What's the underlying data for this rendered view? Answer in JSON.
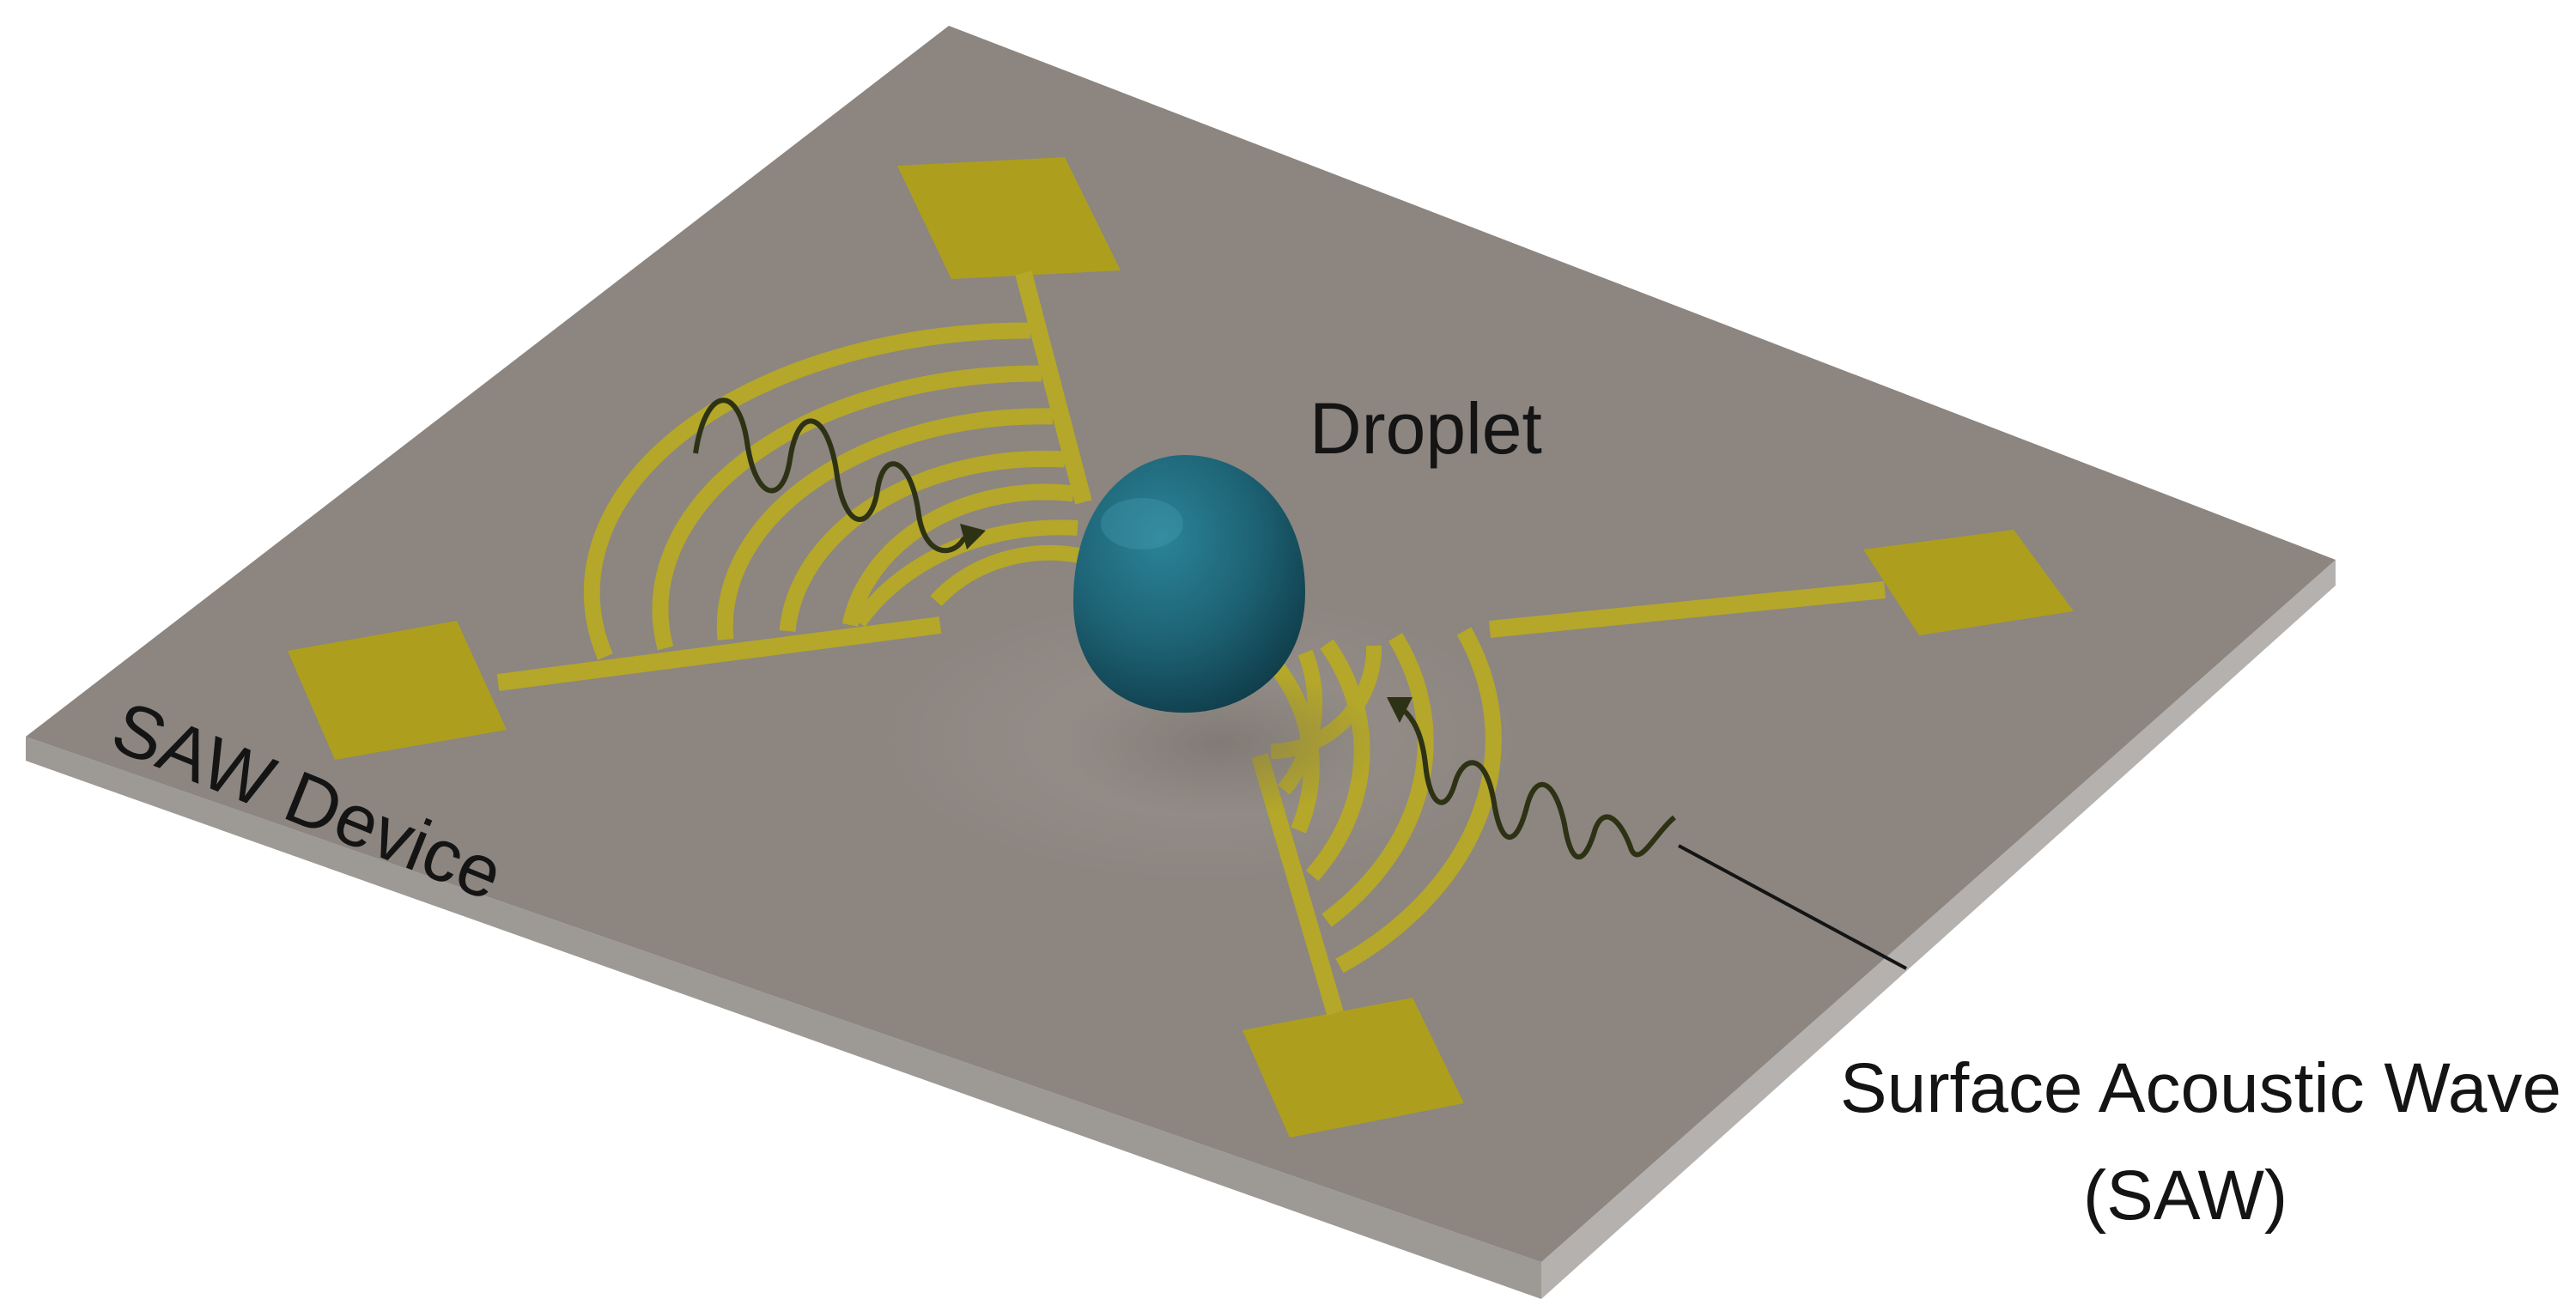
{
  "labels": {
    "droplet": "Droplet",
    "device": "SAW Device",
    "wave_line1": "Surface Acoustic Wave",
    "wave_line2": "(SAW)"
  },
  "colors": {
    "substrate_top": "#8c8580",
    "substrate_edge_right": "#b4b1ae",
    "substrate_edge_left": "#9d9995",
    "electrode": "#b4a72a",
    "electrode_pad": "#ad9f1d",
    "droplet": "#1d6274",
    "wave": "#2e3214",
    "text": "#141414"
  },
  "icons": {
    "substrate": "piezoelectric-substrate",
    "electrodes": "interdigital-transducer",
    "droplet": "droplet-sphere",
    "wave": "sine-wave-arrow"
  }
}
